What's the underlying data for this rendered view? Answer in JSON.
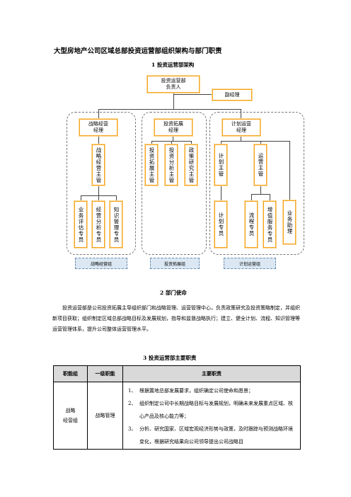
{
  "title": "大型房地产公司区域总部投资运营部组织架构与部门职责",
  "section1": "1 投资运营部架构",
  "org": {
    "head": "投资运营部\n负责人",
    "deputy": "副经理",
    "managers": [
      "战略经营\n经理",
      "投资拓展\n经理",
      "计划运营\n经理"
    ],
    "supervisors": [
      "战略经营主管",
      "投资拓展主管",
      "投资分析主管",
      "政策研究主管",
      "计划主管",
      "运营主管"
    ],
    "specialists": [
      "业务评估专员",
      "经营分析专员",
      "知识管理专员",
      "计划专员",
      "流程专员",
      "增值服务专员",
      "业务助理"
    ],
    "group_labels": [
      "战略经营组",
      "投资拓展组",
      "计划运营组"
    ]
  },
  "section2": "2 部门使命",
  "mission": "投资运营部是公司投资拓展主导组织部门和战略管理、运营管理中心，负责政策研究及投资策略制定，并组织新项目获取；组织制定区域总部战略目标及发展规划，指导和监督战略执行；建立、健全计划、流程、知识管理等运营管理体系，提升公司整体运营管理水平。",
  "section3": "3 投资运营部主要职责",
  "table": {
    "headers": [
      "职能组",
      "一级职能",
      "主要职责"
    ],
    "group": "战略\n经营组",
    "function": "战略管理",
    "items": [
      {
        "num": "1、",
        "text": "根据置地总部发展要求，组织确定公司使命和愿景；"
      },
      {
        "num": "2、",
        "text": "组织制定公司中长期战略目标与发展规划，明确未来发展重点区域、核心产品及核心能力等；"
      },
      {
        "num": "3、",
        "text": "分析、研究国家、区域宏观经济形势与政策，及时跟踪与预测战略环境变化，根据研究结果向公司领导提出公司战略目"
      }
    ]
  }
}
